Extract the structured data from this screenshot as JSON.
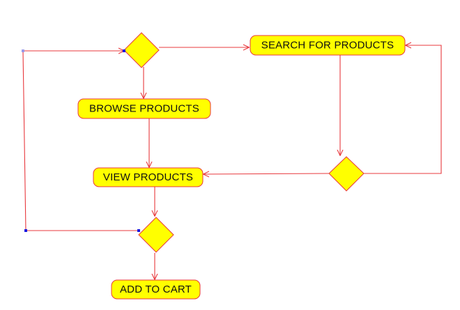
{
  "diagram": {
    "type": "activity-flowchart",
    "colors": {
      "node_fill": "#ffff00",
      "stroke": "#e8383d",
      "handle": "#1a1ae0",
      "text": "#111111"
    },
    "nodes": {
      "search": {
        "label": "SEARCH FOR PRODUCTS",
        "shape": "rounded-rect"
      },
      "browse": {
        "label": "BROWSE PRODUCTS",
        "shape": "rounded-rect"
      },
      "view": {
        "label": "VIEW PRODUCTS",
        "shape": "rounded-rect"
      },
      "add": {
        "label": "ADD TO CART",
        "shape": "rounded-rect"
      },
      "decision_top": {
        "label": "",
        "shape": "diamond"
      },
      "decision_right": {
        "label": "",
        "shape": "diamond"
      },
      "decision_bottom": {
        "label": "",
        "shape": "diamond"
      }
    },
    "edges": [
      {
        "from": "decision_top",
        "to": "search"
      },
      {
        "from": "decision_top",
        "to": "browse"
      },
      {
        "from": "search",
        "to": "decision_right"
      },
      {
        "from": "decision_right",
        "to": "search"
      },
      {
        "from": "decision_right",
        "to": "view"
      },
      {
        "from": "browse",
        "to": "view"
      },
      {
        "from": "view",
        "to": "decision_bottom"
      },
      {
        "from": "decision_bottom",
        "to": "add"
      },
      {
        "from": "decision_bottom",
        "to": "decision_top"
      }
    ]
  }
}
